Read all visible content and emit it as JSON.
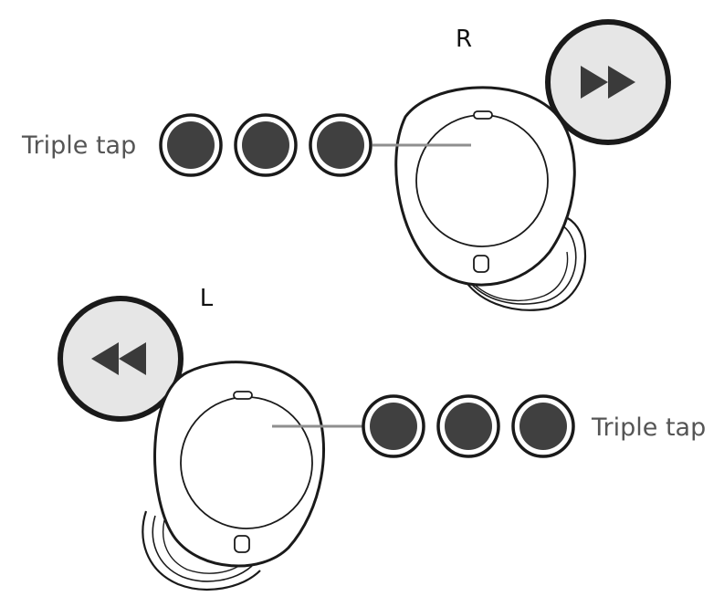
{
  "right": {
    "side_label": "R",
    "action_label": "Triple tap",
    "icon": "fast-forward-icon",
    "tap_count": 3
  },
  "left": {
    "side_label": "L",
    "action_label": "Triple tap",
    "icon": "rewind-icon",
    "tap_count": 3
  },
  "colors": {
    "tap_fill": "#404040",
    "icon_circle_fill": "#e6e6e6",
    "icon_glyph": "#3a3a3a",
    "line": "#8f8f8f",
    "outline": "#1a1a1a"
  }
}
